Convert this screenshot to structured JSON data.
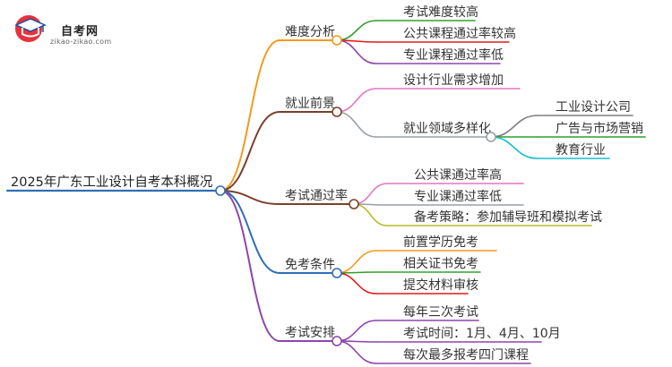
{
  "logo": {
    "title": "自考网",
    "subtitle": "zikao-zikao.com",
    "icon": "graduation-cap-icon"
  },
  "root": {
    "label": "2025年广东工业设计自考本科概况",
    "color": "#2f6fb5"
  },
  "branches": [
    {
      "label": "难度分析",
      "color": "#f39a1e",
      "children": [
        {
          "label": "考试难度较高",
          "color": "#33a02c"
        },
        {
          "label": "公共课程通过率较高",
          "color": "#e31a1c"
        },
        {
          "label": "专业课程通过率低",
          "color": "#8e44ad"
        }
      ]
    },
    {
      "label": "就业前景",
      "color": "#7b3f2a",
      "children": [
        {
          "label": "设计行业需求增加",
          "color": "#e377c2"
        },
        {
          "label": "就业领域多样化",
          "color": "#9aa0a6",
          "children": [
            {
              "label": "工业设计公司",
              "color": "#7f7f7f"
            },
            {
              "label": "广告与市场营销",
              "color": "#2ca02c"
            },
            {
              "label": "教育行业",
              "color": "#17becf"
            }
          ]
        }
      ]
    },
    {
      "label": "考试通过率",
      "color": "#7b3f2a",
      "children": [
        {
          "label": "公共课通过率高",
          "color": "#e377c2"
        },
        {
          "label": "专业课通过率低",
          "color": "#9aa0a6"
        },
        {
          "label": "备考策略：参加辅导班和模拟考试",
          "color": "#b5bd27"
        }
      ]
    },
    {
      "label": "免考条件",
      "color": "#2f6fb5",
      "children": [
        {
          "label": "前置学历免考",
          "color": "#f39a1e"
        },
        {
          "label": "相关证书免考",
          "color": "#33a02c"
        },
        {
          "label": "提交材料审核",
          "color": "#e31a1c"
        }
      ]
    },
    {
      "label": "考试安排",
      "color": "#8e44ad",
      "children": [
        {
          "label": "每年三次考试",
          "color": "#8e44ad"
        },
        {
          "label": "考试时间：1月、4月、10月",
          "color": "#8e44ad"
        },
        {
          "label": "每次最多报考四门课程",
          "color": "#8e44ad"
        }
      ]
    }
  ]
}
